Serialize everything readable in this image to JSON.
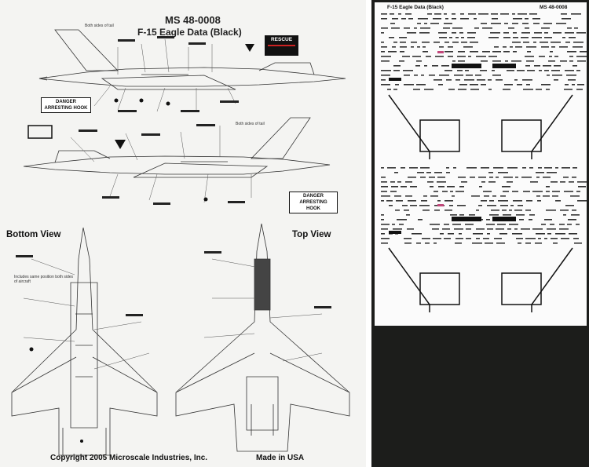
{
  "sheet": {
    "code": "MS 48-0008",
    "title": "F-15 Eagle Data (Black)",
    "bottom_view": "Bottom View",
    "top_view": "Top View",
    "copyright": "Copyright 2005 Microscale Industries, Inc.",
    "made_in": "Made in USA",
    "danger_tag_1": "DANGER",
    "danger_tag_2": "ARRESTING HOOK",
    "rescue": "RESCUE",
    "note_tail": "Both sides of tail",
    "note_same_position": "Includes same position both sides of aircraft"
  },
  "decal_sheet": {
    "title": "F-15 Eagle Data   (Black)",
    "code": "MS 48-0008"
  },
  "colors": {
    "sheet_bg": "#f4f4f2",
    "decal_bg": "#fbfbfb",
    "backing": "#1c1d1b",
    "rescue_stripe": "#cc2222"
  }
}
